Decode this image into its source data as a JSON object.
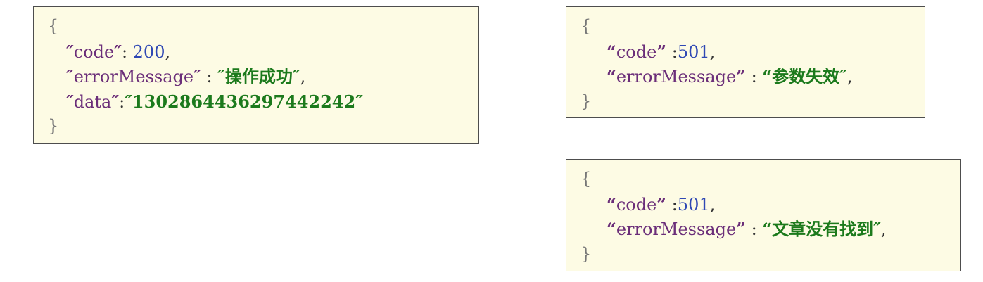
{
  "blocks": [
    {
      "open_brace": "{",
      "close_brace": "}",
      "code_key": "code",
      "code_colon": ": ",
      "code_value": "200",
      "code_comma": ",",
      "error_key": "errorMessage",
      "error_colon": " : ",
      "error_value": "操作成功",
      "error_comma": ",",
      "data_key": "data",
      "data_colon": ":",
      "data_value": "1302864436297442242"
    },
    {
      "open_brace": "{",
      "close_brace": "}",
      "code_key": "code",
      "code_colon": " :",
      "code_value": "501",
      "code_comma": ",",
      "error_key": "errorMessage",
      "error_colon": " : ",
      "error_value": "参数失效",
      "error_comma": ","
    },
    {
      "open_brace": "{",
      "close_brace": "}",
      "code_key": "code",
      "code_colon": " :",
      "code_value": "501",
      "code_comma": ",",
      "error_key": "errorMessage",
      "error_colon": " : ",
      "error_value": "文章没有找到",
      "error_comma": ","
    }
  ],
  "colors": {
    "background": "#fdfbe4",
    "border": "#4d4d4d",
    "key": "#6b2e79",
    "number": "#2f48b4",
    "string": "#1c7a1c",
    "brace": "#777777"
  }
}
